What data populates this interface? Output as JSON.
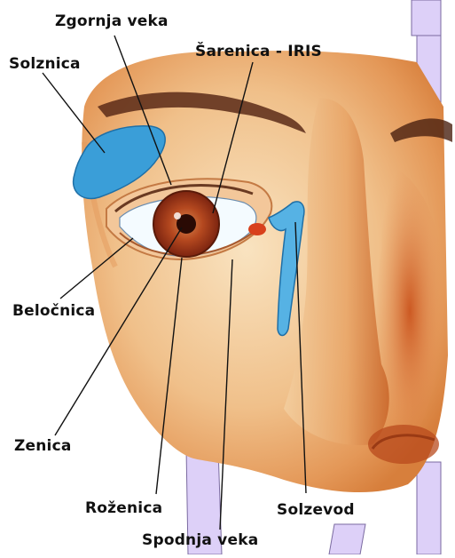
{
  "labels": {
    "upper_eyelid": "Zgornja veka",
    "lacrimal_gland": "Solznica",
    "iris": "Šarenica - IRIS",
    "sclera": "Beločnica",
    "pupil": "Zenica",
    "cornea": "Roženica",
    "tear_duct": "Solzevod",
    "lower_eyelid": "Spodnja veka"
  },
  "colors": {
    "skin_light": "#f6d9b0",
    "skin_mid": "#eba86a",
    "skin_dark": "#c4561c",
    "gland_blue": "#3a9ed8",
    "iris_brown": "#a83a1c",
    "frame_lilac": "#ddd0f8",
    "frame_edge": "#7a6aa0"
  }
}
